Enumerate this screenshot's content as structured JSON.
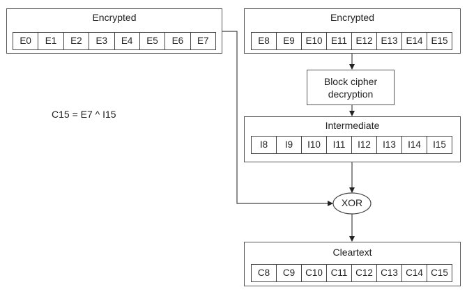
{
  "left_block": {
    "title": "Encrypted",
    "cells": [
      "E0",
      "E1",
      "E2",
      "E3",
      "E4",
      "E5",
      "E6",
      "E7"
    ]
  },
  "right_block": {
    "title": "Encrypted",
    "cells": [
      "E8",
      "E9",
      "E10",
      "E11",
      "E12",
      "E13",
      "E14",
      "E15"
    ]
  },
  "cipher": {
    "line1": "Block cipher",
    "line2": "decryption"
  },
  "intermediate": {
    "title": "Intermediate",
    "cells": [
      "I8",
      "I9",
      "I10",
      "I11",
      "I12",
      "I13",
      "I14",
      "I15"
    ]
  },
  "xor": {
    "label": "XOR"
  },
  "cleartext": {
    "title": "Cleartext",
    "cells": [
      "C8",
      "C9",
      "C10",
      "C11",
      "C12",
      "C13",
      "C14",
      "C15"
    ]
  },
  "formula": "C15 = E7 ^ I15"
}
